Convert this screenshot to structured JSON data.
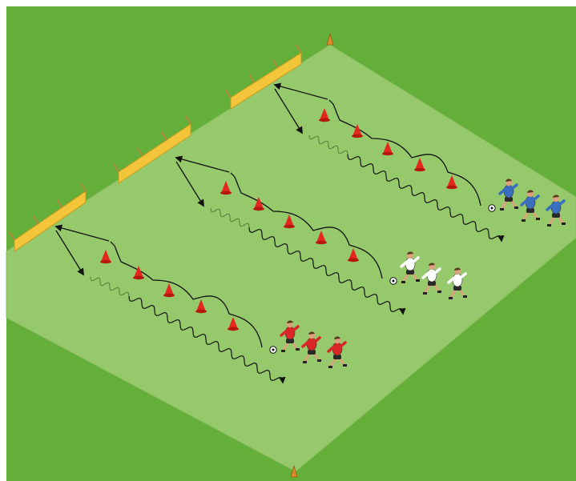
{
  "diagram": {
    "kind": "soccer-dribbling-drill",
    "view": "isometric",
    "colors": {
      "outer_grass": "#64ae3a",
      "pitch": "#96c96b",
      "pitch_edge": "#87bc5c",
      "cone": "#e3271e",
      "goal": "#f2c53a",
      "goal_edge": "#c79a1e",
      "corner_flag": "#d98c2a",
      "arrow": "#111111",
      "wavy_faded": "#5a8a3f",
      "team_red": "#d92626",
      "team_white": "#ffffff",
      "team_blue": "#3a6fbf",
      "shorts": "#2a2a2a",
      "skin": "#d9a47c"
    },
    "lanes": [
      {
        "name": "red-lane",
        "team": "red",
        "players": 3,
        "cones": 5,
        "has_ball": true
      },
      {
        "name": "white-lane",
        "team": "white",
        "players": 3,
        "cones": 5,
        "has_ball": true
      },
      {
        "name": "blue-lane",
        "team": "blue",
        "players": 3,
        "cones": 5,
        "has_ball": true
      }
    ],
    "mini_goals": 3,
    "corner_flags": 2
  }
}
